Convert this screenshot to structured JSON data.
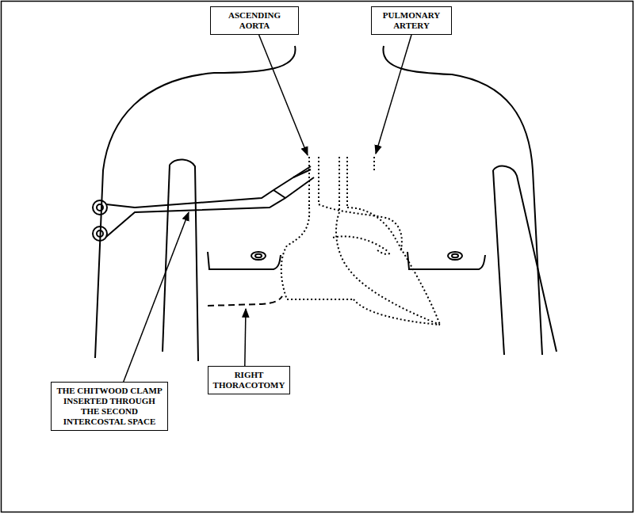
{
  "diagram": {
    "nodes": [
      {
        "text": [
          "ASCENDING AORTA"
        ]
      },
      {
        "text": [
          "PULMONARY ARTERY"
        ]
      },
      {
        "text": [
          "THE CHITWOOD CLAMP INSERTED THROUGH THE SECOND INTERCOSTAL SPACE"
        ]
      },
      {
        "text": [
          "RIGHT THORACOTOMY"
        ]
      }
    ]
  }
}
